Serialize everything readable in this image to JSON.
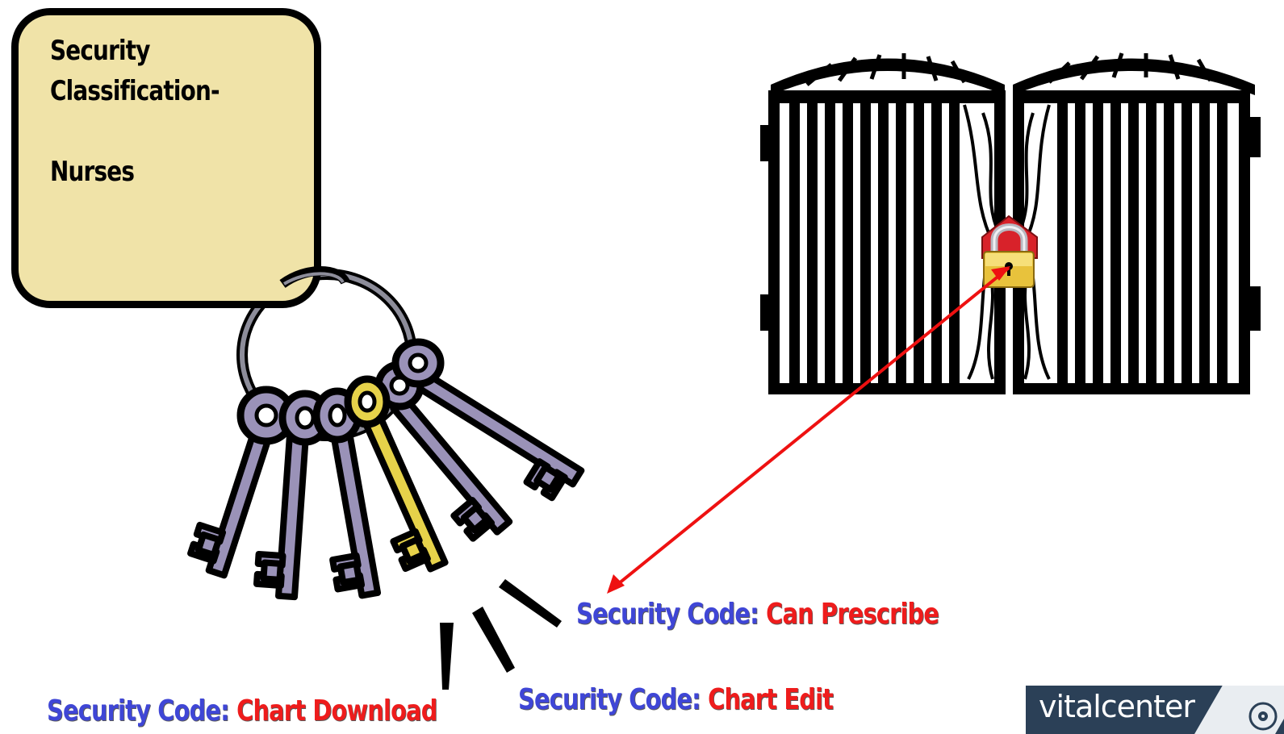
{
  "tag": {
    "line1": "Security",
    "line2": "Classification-",
    "line3": "Nurses"
  },
  "codes": [
    {
      "prefix": "Security Code:",
      "value": "Can Prescribe"
    },
    {
      "prefix": "Security Code:",
      "value": "Chart Edit"
    },
    {
      "prefix": "Security Code:",
      "value": "Chart Download"
    }
  ],
  "logo": {
    "text": "vitalcenter",
    "icon": "eye-disc-icon"
  },
  "colors": {
    "tag_fill": "#f0e3a8",
    "code_prefix": "#3f46d6",
    "code_value": "#ee1c1c",
    "arrow": "#ee1111",
    "key_gray": "#9a92b8",
    "key_gold": "#e6d24a",
    "logo_bg": "#2b4057"
  },
  "icons": [
    "key-ring-icon",
    "locked-gate-icon",
    "padlock-icon",
    "double-arrow-icon"
  ]
}
